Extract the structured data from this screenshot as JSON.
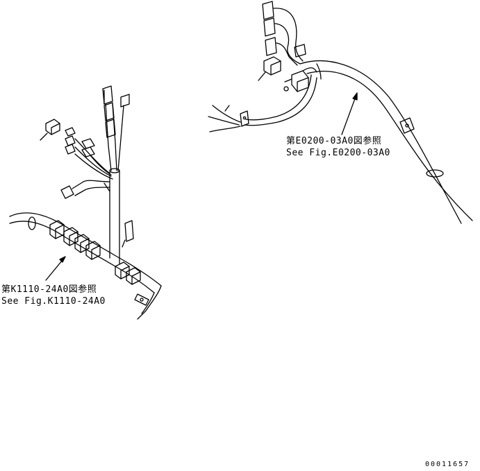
{
  "diagram": {
    "callouts": [
      {
        "id": "k1110",
        "line_jp": "第K1110-24A0図参照",
        "line_en": "See Fig.K1110-24A0"
      },
      {
        "id": "e0200",
        "line_jp": "第E0200-03A0図参照",
        "line_en": "See Fig.E0200-03A0"
      }
    ],
    "drawing_number": "00011657",
    "colors": {
      "line": "#000000",
      "background": "#ffffff"
    }
  }
}
